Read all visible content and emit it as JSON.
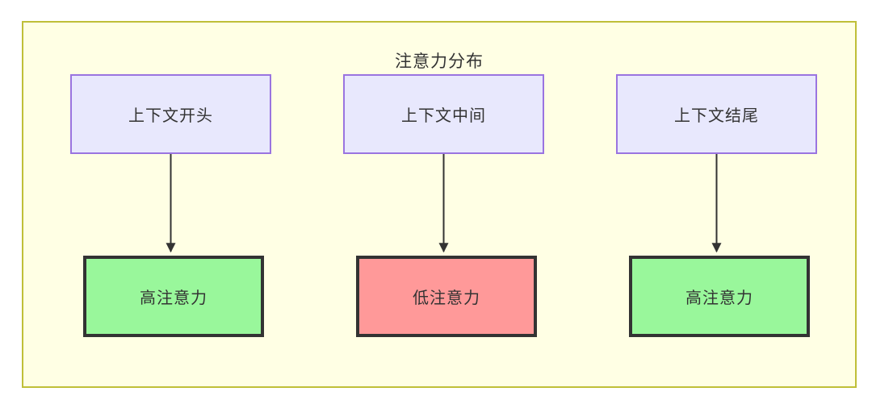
{
  "diagram": {
    "title": "注意力分布",
    "frame": {
      "background_color": "#ffffe4",
      "border_color": "#bfbf38"
    },
    "nodes": [
      {
        "id": "ctx_start",
        "label": "上下文开头",
        "fill": "#e8e8fd",
        "stroke": "#9a74e0",
        "column": 1,
        "row": "top"
      },
      {
        "id": "ctx_middle",
        "label": "上下文中间",
        "fill": "#e8e8fd",
        "stroke": "#9a74e0",
        "column": 2,
        "row": "top"
      },
      {
        "id": "ctx_end",
        "label": "上下文结尾",
        "fill": "#e8e8fd",
        "stroke": "#9a74e0",
        "column": 3,
        "row": "top"
      },
      {
        "id": "attn_high_1",
        "label": "高注意力",
        "fill": "#99f79b",
        "stroke": "#333333",
        "column": 1,
        "row": "bottom"
      },
      {
        "id": "attn_low",
        "label": "低注意力",
        "fill": "#ff9999",
        "stroke": "#333333",
        "column": 2,
        "row": "bottom"
      },
      {
        "id": "attn_high_2",
        "label": "高注意力",
        "fill": "#99f79b",
        "stroke": "#333333",
        "column": 3,
        "row": "bottom"
      }
    ],
    "edges": [
      {
        "from": "ctx_start",
        "to": "attn_high_1",
        "style": "solid-arrow",
        "color": "#333333"
      },
      {
        "from": "ctx_middle",
        "to": "attn_low",
        "style": "solid-arrow",
        "color": "#333333"
      },
      {
        "from": "ctx_end",
        "to": "attn_high_2",
        "style": "solid-arrow",
        "color": "#333333"
      }
    ]
  }
}
